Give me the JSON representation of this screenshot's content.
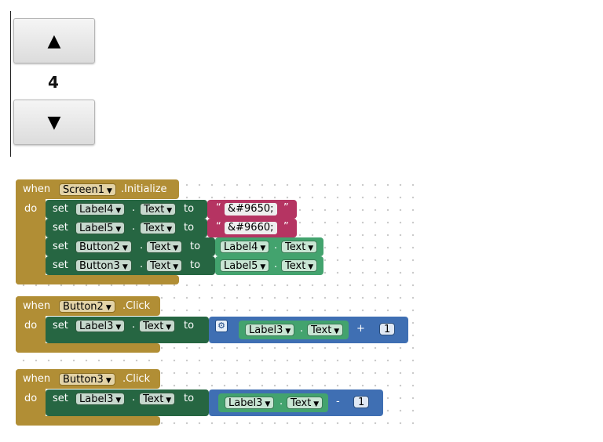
{
  "preview": {
    "up_button": "▲",
    "counter": "4",
    "down_button": "▼"
  },
  "blocks": {
    "init": {
      "when": "when",
      "component": "Screen1",
      "event": ".Initialize",
      "do": "do",
      "rows": [
        {
          "set": "set",
          "component": "Label4",
          "prop": "Text",
          "to": "to",
          "text_value": "&#9650;"
        },
        {
          "set": "set",
          "component": "Label5",
          "prop": "Text",
          "to": "to",
          "text_value": "&#9660;"
        },
        {
          "set": "set",
          "component": "Button2",
          "prop": "Text",
          "to": "to",
          "get_component": "Label4",
          "get_prop": "Text"
        },
        {
          "set": "set",
          "component": "Button3",
          "prop": "Text",
          "to": "to",
          "get_component": "Label5",
          "get_prop": "Text"
        }
      ]
    },
    "button2": {
      "when": "when",
      "component": "Button2",
      "event": ".Click",
      "do": "do",
      "set": "set",
      "target": "Label3",
      "prop": "Text",
      "to": "to",
      "get_component": "Label3",
      "get_prop": "Text",
      "operator": "+",
      "number": "1"
    },
    "button3": {
      "when": "when",
      "component": "Button3",
      "event": ".Click",
      "do": "do",
      "set": "set",
      "target": "Label3",
      "prop": "Text",
      "to": "to",
      "get_component": "Label3",
      "get_prop": "Text",
      "operator": "-",
      "number": "1"
    }
  },
  "colors": {
    "event": "#b18e35",
    "setter": "#266642",
    "getter": "#43a36e",
    "text": "#b53462",
    "math": "#3f6fb3"
  },
  "icons": {
    "dropdown": "dropdown-arrow-icon",
    "mutator": "gear-icon"
  }
}
